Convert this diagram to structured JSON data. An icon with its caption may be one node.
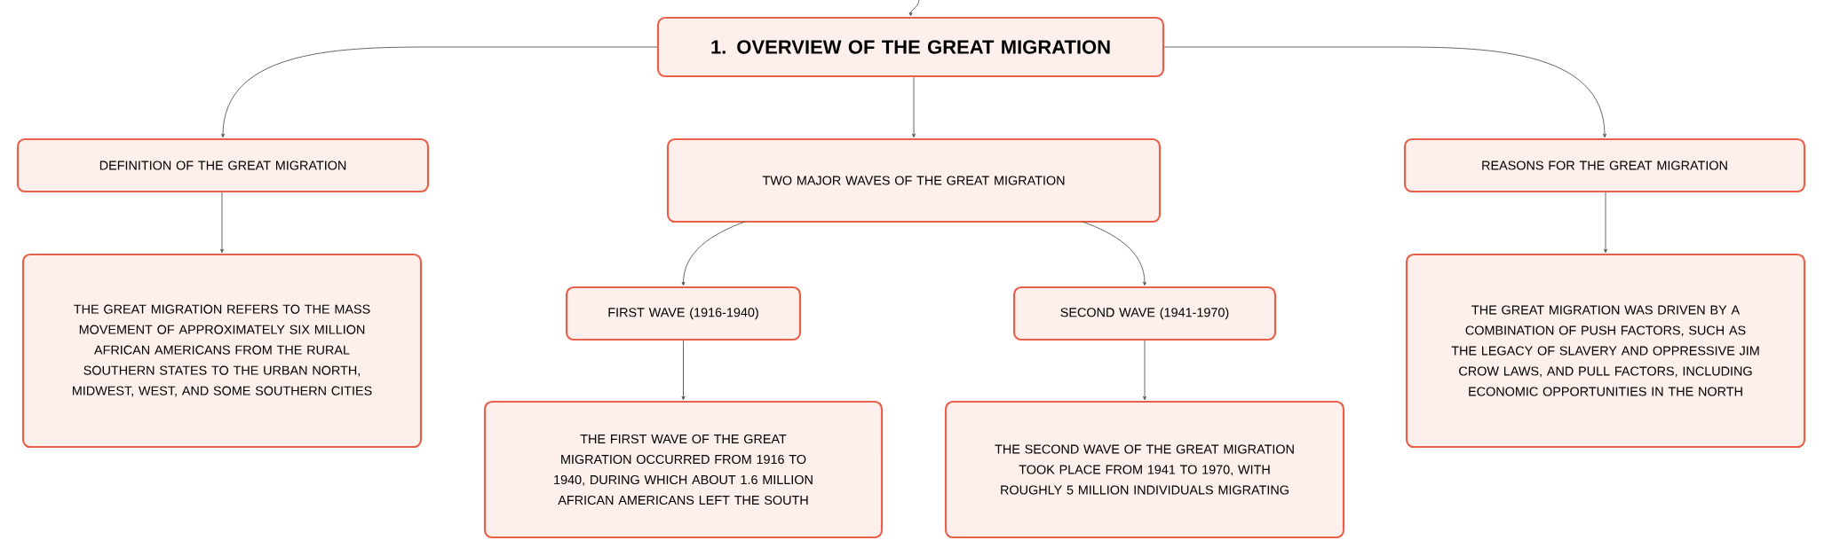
{
  "diagram": {
    "nodes": [
      {
        "text": [
          "1. OVERVIEW OF THE GREAT MIGRATION"
        ]
      },
      {
        "text": [
          "DEFINITION OF THE GREAT MIGRATION"
        ]
      },
      {
        "text": [
          "TWO MAJOR WAVES OF THE GREAT MIGRATION"
        ]
      },
      {
        "text": [
          "REASONS FOR THE GREAT MIGRATION"
        ]
      },
      {
        "text": [
          "THE GREAT MIGRATION REFERS TO THE MASS MOVEMENT OF APPROXIMATELY SIX MILLION AFRICAN AMERICANS FROM THE RURAL SOUTHERN STATES TO THE URBAN NORTH, MIDWEST, WEST, AND SOME SOUTHERN CITIES"
        ]
      },
      {
        "text": [
          "FIRST WAVE (1916-1940)"
        ]
      },
      {
        "text": [
          "SECOND WAVE (1941-1970)"
        ]
      },
      {
        "text": [
          "THE FIRST WAVE OF THE GREAT MIGRATION OCCURRED FROM 1916 TO 1940, DURING WHICH ABOUT 1.6 MILLION AFRICAN AMERICANS LEFT THE SOUTH"
        ]
      },
      {
        "text": [
          "THE SECOND WAVE OF THE GREAT MIGRATION TOOK PLACE FROM 1941 TO 1970, WITH ROUGHLY 5 MILLION INDIVIDUALS MIGRATING"
        ]
      },
      {
        "text": [
          "THE GREAT MIGRATION WAS DRIVEN BY A COMBINATION OF PUSH FACTORS, SUCH AS THE LEGACY OF SLAVERY AND OPPRESSIVE JIM CROW LAWS, AND PULL FACTORS, INCLUDING ECONOMIC OPPORTUNITIES IN THE NORTH"
        ]
      }
    ],
    "edges": [
      {
        "from": null,
        "to": 0,
        "arrow": "to"
      },
      {
        "from": 0,
        "to": 1,
        "arrow": "to"
      },
      {
        "from": 0,
        "to": 2,
        "arrow": "to"
      },
      {
        "from": 0,
        "to": 3,
        "arrow": "to"
      },
      {
        "from": 1,
        "to": 4,
        "arrow": "to"
      },
      {
        "from": 2,
        "to": 5,
        "arrow": "to"
      },
      {
        "from": 2,
        "to": 6,
        "arrow": "to"
      },
      {
        "from": 5,
        "to": 7,
        "arrow": "to"
      },
      {
        "from": 6,
        "to": 8,
        "arrow": "to"
      },
      {
        "from": 3,
        "to": 9,
        "arrow": "to"
      }
    ]
  }
}
